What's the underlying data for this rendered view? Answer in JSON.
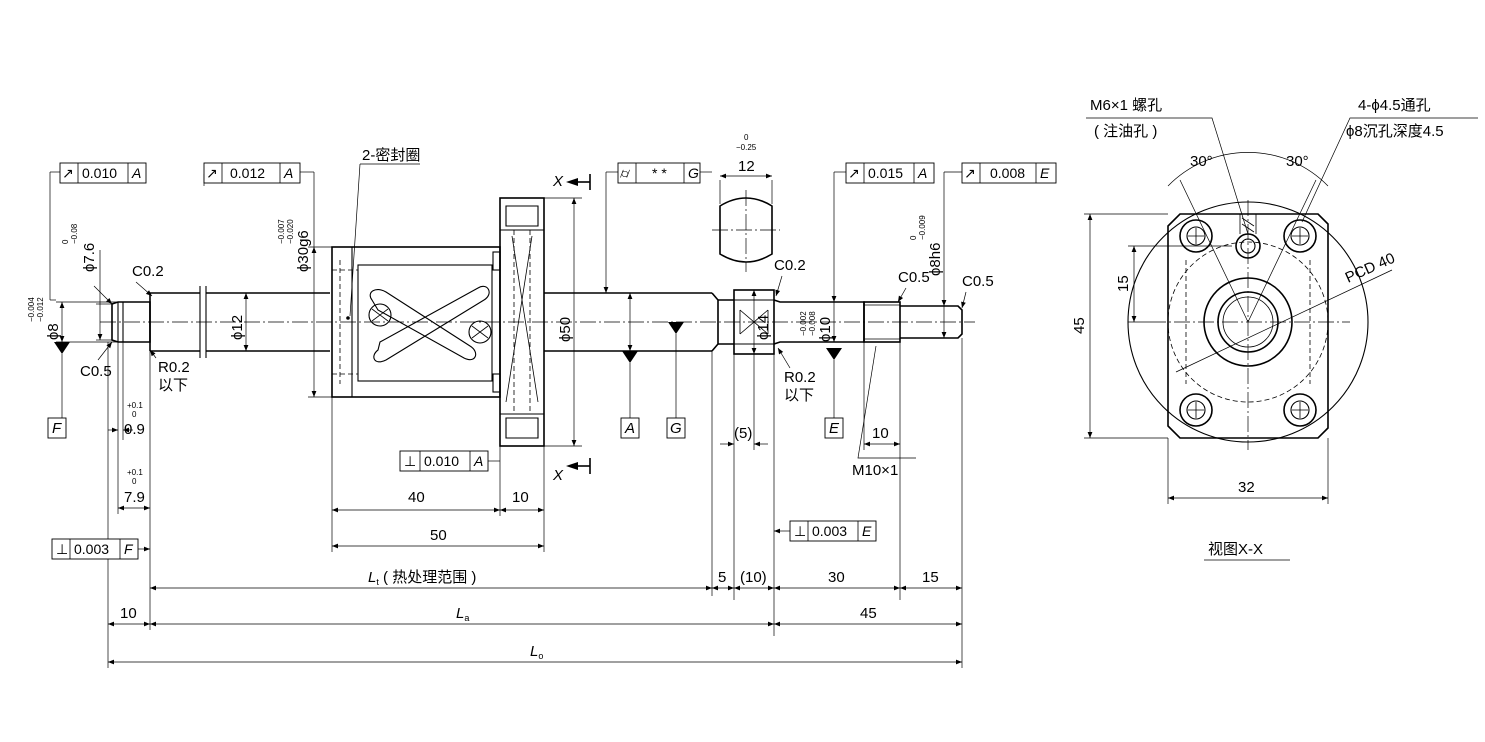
{
  "labels": {
    "seal": "2-密封圈",
    "section_x_top": "X",
    "section_x_bottom": "X",
    "tap_hole": "M6×1 螺孔",
    "oil_hole": "( 注油孔 )",
    "thru_hole": "4-ϕ4.5通孔",
    "counterbore": "ϕ8沉孔深度4.5",
    "angle_left": "30°",
    "angle_right": "30°",
    "pcd": "PCD 40",
    "view_caption": "视图X-X",
    "r02_a": "R0.2",
    "below_a": "以下",
    "r02_b": "R0.2",
    "below_b": "以下",
    "thread": "M10×1"
  },
  "tolerance_frames": [
    {
      "symbol": "↗",
      "value": "0.010",
      "datum": "A"
    },
    {
      "symbol": "↗",
      "value": "0.012",
      "datum": "A"
    },
    {
      "symbol": "⌭",
      "value": "* *",
      "datum": "G"
    },
    {
      "symbol": "↗",
      "value": "0.015",
      "datum": "A"
    },
    {
      "symbol": "↗",
      "value": "0.008",
      "datum": "E"
    },
    {
      "symbol": "⊥",
      "value": "0.010",
      "datum": "A"
    },
    {
      "symbol": "⊥",
      "value": "0.003",
      "datum": "E"
    },
    {
      "symbol": "⊥",
      "value": "0.003",
      "datum": "F"
    }
  ],
  "datums": [
    "F",
    "A",
    "G",
    "E"
  ],
  "dimensions": {
    "phi8": "ϕ8",
    "phi8_tol_top": "−0.004",
    "phi8_tol_bot": "−0.012",
    "phi7_6": "ϕ7.6",
    "phi7_6_tol_top": "0",
    "phi7_6_tol_bot": "−0.08",
    "c02_left": "C0.2",
    "c05_left": "C0.5",
    "phi12": "ϕ12",
    "phi30": "ϕ30g6",
    "phi30_tol_top": "−0.007",
    "phi30_tol_bot": "−0.020",
    "phi50": "ϕ50",
    "w12": "12",
    "w12_tol_top": "0",
    "w12_tol_bot": "−0.25",
    "c02_right": "C0.2",
    "c05_right": "C0.5",
    "c05_end": "C0.5",
    "phi14": "ϕ14",
    "phi10": "ϕ10",
    "phi10_tol_top": "−0.002",
    "phi10_tol_bot": "−0.008",
    "phi8h6": "ϕ8h6",
    "phi8h6_tol_top": "0",
    "phi8h6_tol_bot": "−0.009",
    "d09": "0.9",
    "d09_tol_top": "+0.1",
    "d09_tol_bot": "0",
    "d79": "7.9",
    "d79_tol_top": "+0.1",
    "d79_tol_bot": "0",
    "d40": "40",
    "d10_nut": "10",
    "d50": "50",
    "d5p": "(5)",
    "d10_m": "10",
    "lt_main": "L",
    "lt_sub": "t",
    "lt_note": " ( 热处理范围 )",
    "d5": "5",
    "d10p": "(10)",
    "d30": "30",
    "d15": "15",
    "d10_left": "10",
    "la_main": "L",
    "la_sub": "a",
    "d45": "45",
    "lo_main": "L",
    "lo_sub": "o",
    "v15": "15",
    "v45": "45",
    "v32": "32"
  }
}
